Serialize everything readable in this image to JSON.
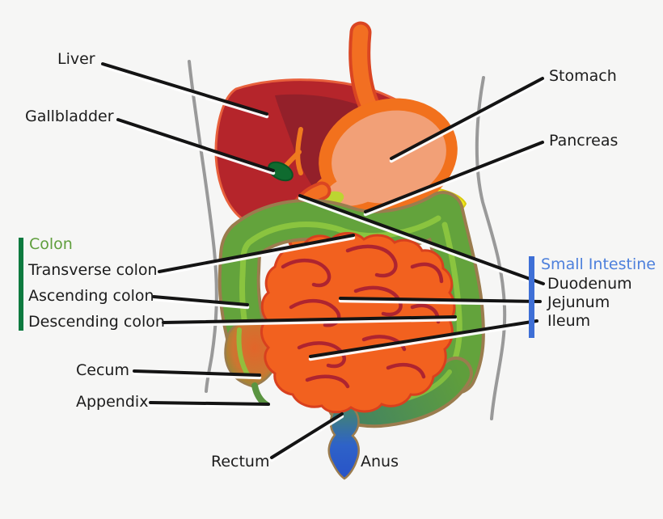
{
  "figure": {
    "type": "labeled-diagram",
    "subject": "Human digestive system"
  },
  "labels": {
    "liver": "Liver",
    "gallbladder": "Gallbladder",
    "stomach": "Stomach",
    "pancreas": "Pancreas",
    "cecum": "Cecum",
    "appendix": "Appendix",
    "rectum": "Rectum",
    "anus": "Anus"
  },
  "groups": {
    "colon": {
      "heading": "Colon",
      "heading_color": "#5f9e3c",
      "bar_color": "#0d7a3f",
      "items": [
        "Transverse colon",
        "Ascending colon",
        "Descending colon"
      ]
    },
    "small_intestine": {
      "heading": "Small Intestine",
      "heading_color": "#4d80dc",
      "bar_color": "#3e6fd6",
      "items": [
        "Duodenum",
        "Jejunum",
        "Ileum"
      ]
    }
  },
  "colors": {
    "background": "#f6f6f5",
    "body_outline": "#999999",
    "leader_line": "#141414",
    "liver": "#b5252b",
    "liver_shade": "#93202a",
    "gallbladder": "#0f6b2f",
    "esophagus": "#f26f22",
    "stomach_wall": "#f2711d",
    "stomach_inner": "#f2a077",
    "pancreas": "#f2ea1c",
    "colon_green": "#63a33c",
    "colon_highlight": "#8cc63f",
    "colon_casing": "#9b7c4e",
    "small_intestine_orange": "#f2611f",
    "intestine_coil_line": "#ae2430",
    "rectum_blue": "#2e62c8"
  }
}
